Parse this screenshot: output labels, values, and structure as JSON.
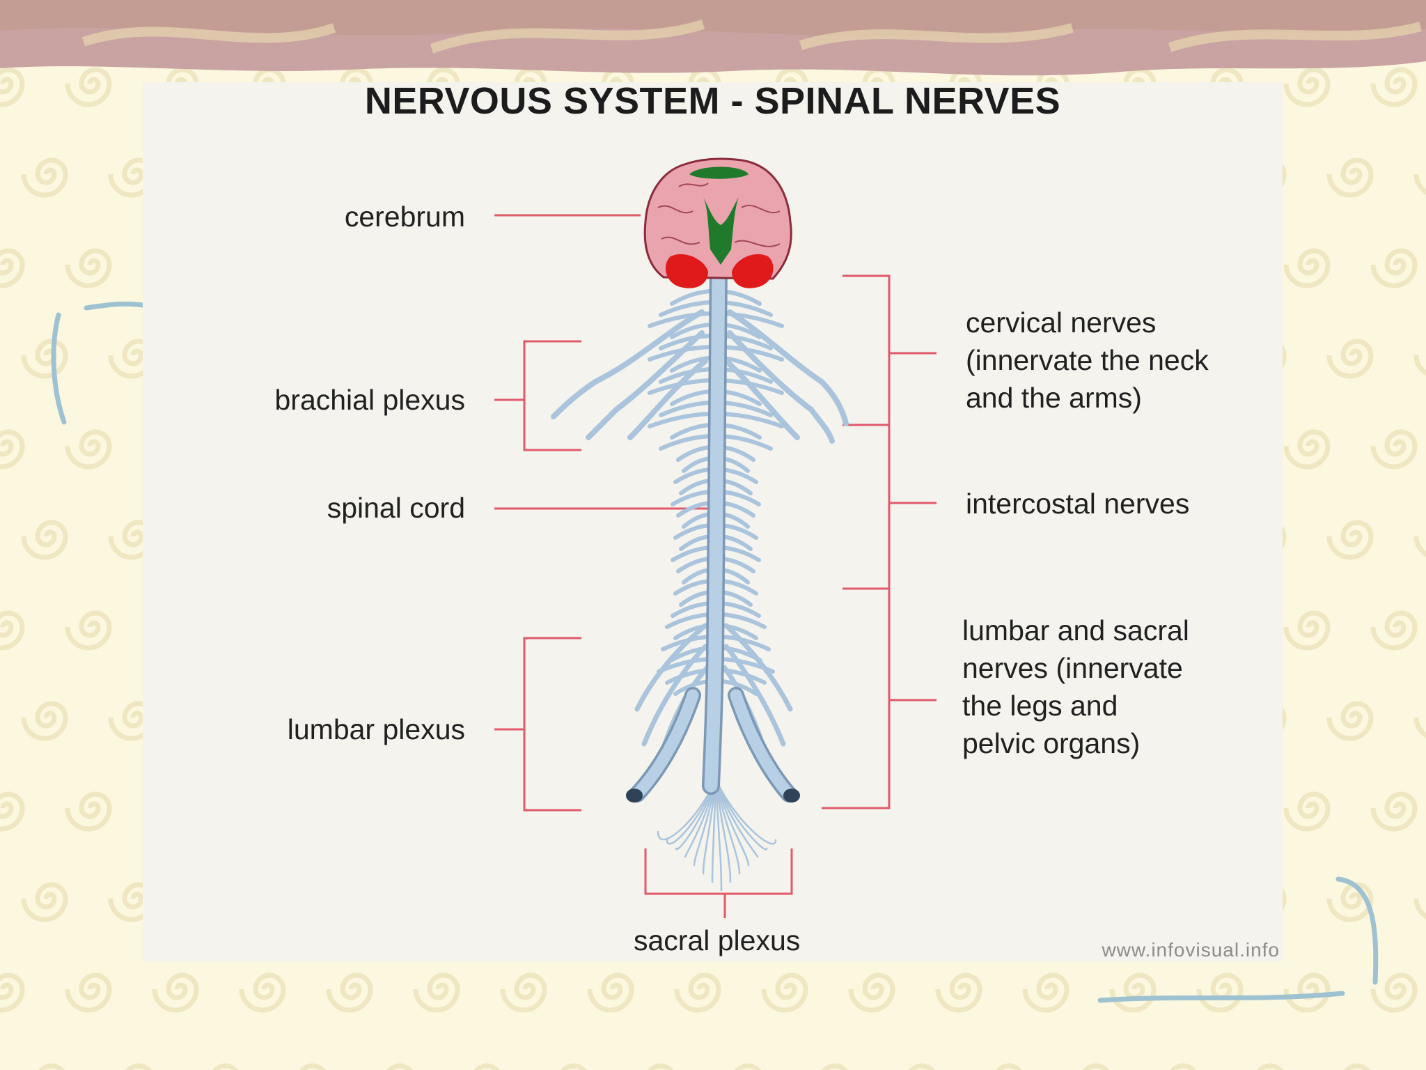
{
  "diagram": {
    "title": "NERVOUS SYSTEM - SPINAL NERVES",
    "labels": {
      "cerebrum": "cerebrum",
      "brachial_plexus": "brachial plexus",
      "spinal_cord": "spinal cord",
      "lumbar_plexus": "lumbar plexus",
      "sacral_plexus": "sacral plexus",
      "cervical_nerves": [
        "cervical nerves",
        "(innervate the neck",
        "and the arms)"
      ],
      "intercostal_nerves": "intercostal nerves",
      "lumbar_sacral_nerves": [
        "lumbar and sacral",
        "nerves (innervate",
        "the legs and",
        "pelvic organs)"
      ]
    },
    "watermark": "www.infovisual.info"
  },
  "colors": {
    "slide_background": "#fbf8df",
    "swirl": "#efe6c2",
    "banner": "#c9a3a1",
    "bracket_marker": "#9fc2d2",
    "leader_line": "#e05a6a",
    "nerve": "#a9c4dc",
    "nerve_outline": "#7c98b4",
    "brain": "#e9a4ad",
    "brainstem": "#1f7a2c",
    "cerebellum": "#e01a1a"
  }
}
